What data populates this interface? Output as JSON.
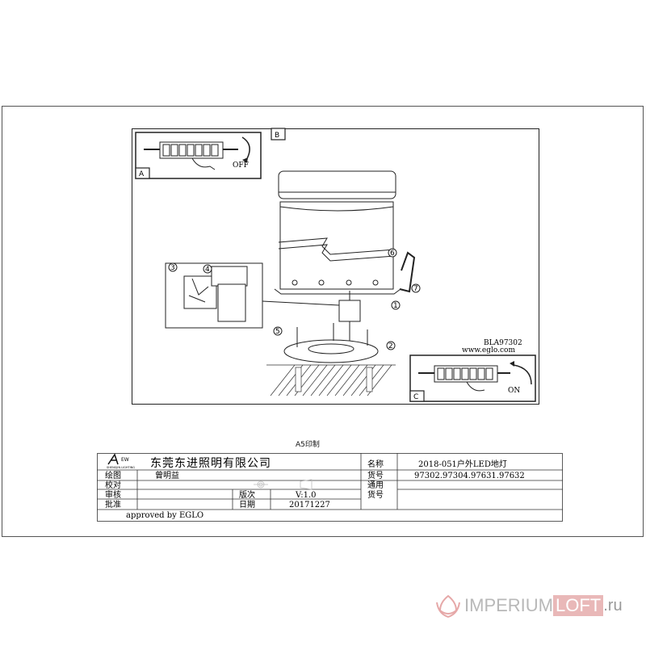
{
  "drawing": {
    "panel_a_letter": "A",
    "panel_b_letter": "B",
    "panel_c_letter": "C",
    "off_label": "OFF",
    "on_label": "ON",
    "model_code": "BLA97302",
    "website": "www.eglo.com",
    "step1": "1",
    "step2": "2",
    "step3": "3",
    "step4": "4",
    "step5": "5",
    "step6": "6",
    "step7": "7"
  },
  "print_note": "A5印制",
  "title_block": {
    "logo_text": "SHENGJIN LIGHTING",
    "company_name": "东莞东进照明有限公司",
    "row_drawn_label": "绘图",
    "row_drawn_value": "曾明益",
    "row_check_label": "校对",
    "row_review_label": "审核",
    "row_approve_label": "批准",
    "version_label": "版次",
    "version_value": "V:1.0",
    "date_label": "日期",
    "date_value": "20171227",
    "name_label": "名称",
    "name_value": "2018-051户外LED地灯",
    "item_no_label": "货号",
    "item_no_value": "97302.97304.97631.97632",
    "common_label": "通用",
    "common_item_label": "货号",
    "approved_by": "approved by EGLO"
  },
  "watermark": {
    "part1": "IMPERIUM",
    "part2": "LOFT",
    "part3": ".ru"
  }
}
